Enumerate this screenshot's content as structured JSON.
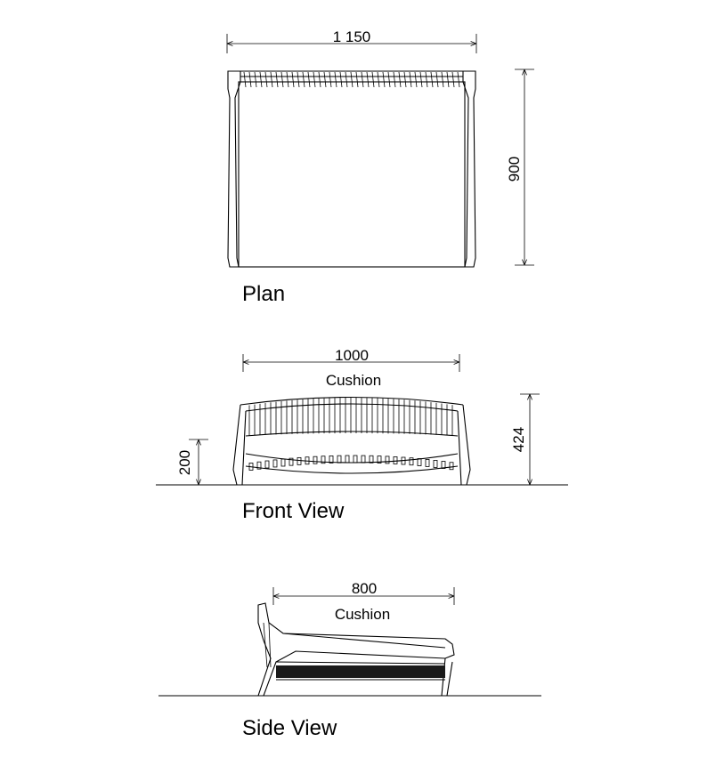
{
  "views": {
    "plan": {
      "title": "Plan",
      "width_label": "1 150",
      "depth_label": "900"
    },
    "front": {
      "title": "Front View",
      "width_label": "1000",
      "width_sub": "Cushion",
      "height_label": "424",
      "seat_label": "200"
    },
    "side": {
      "title": "Side View",
      "depth_label": "800",
      "depth_sub": "Cushion"
    }
  }
}
